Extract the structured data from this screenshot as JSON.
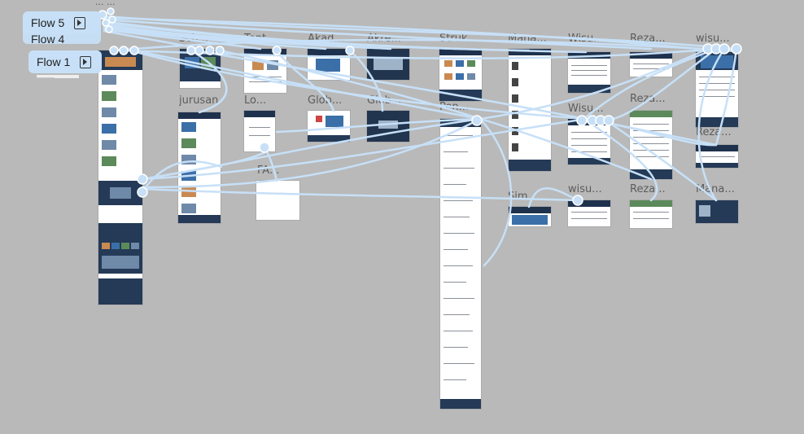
{
  "canvas": {
    "background": "#b9b9b9",
    "accent": "#c7e0f7"
  },
  "flows": [
    {
      "label": "Flow 5"
    },
    {
      "label": "Flow 4"
    },
    {
      "label": "Flow 1"
    }
  ],
  "frame_labels": {
    "f_sch": "Sch...",
    "f_tent": "Tent...",
    "f_akad": "Akad...",
    "f_akre": "Akre...",
    "f_stru": "Struk...",
    "f_mana1": "Mana...",
    "f_wisu1": "Wisu...",
    "f_reza1": "Reza...",
    "f_wisu2": "wisu...",
    "f_jurusan": "jurusan",
    "f_lo": "Lo...",
    "f_glob1": "Glob...",
    "f_glob2": "Glob...",
    "f_pen": "Pen...",
    "f_wisu3": "Wisu...",
    "f_reza2": "Reza...",
    "f_reza3": "Reza...",
    "f_fa": "FA...",
    "f_sim": "Sim...",
    "f_wisu4": "wisu...",
    "f_reza4": "Reza...",
    "f_mana2": "Mana...",
    "f_dots1": "...",
    "f_dots2": "..."
  },
  "note": "_____________"
}
